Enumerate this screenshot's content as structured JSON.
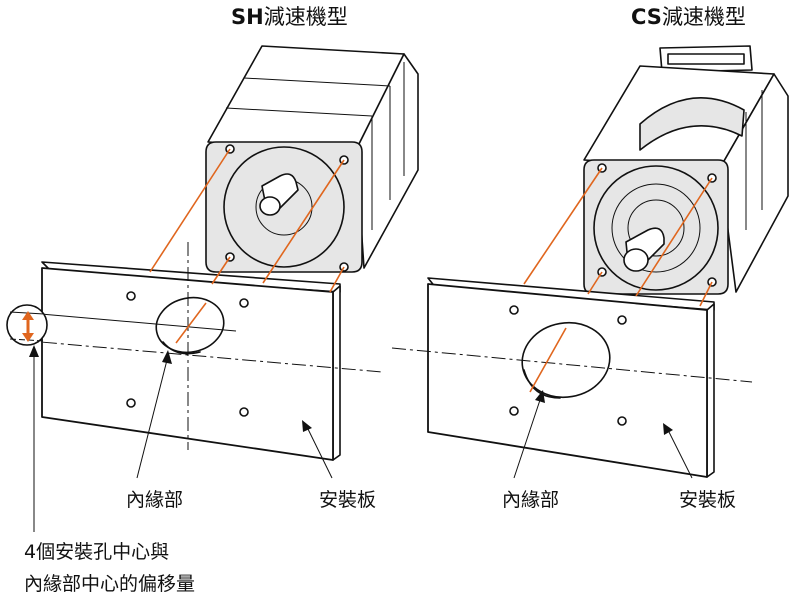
{
  "titles": {
    "left_bold": "SH",
    "left_rest": "減速機型",
    "right_bold": "CS",
    "right_rest": "減速機型"
  },
  "callouts": {
    "left_inner": "內緣部",
    "left_plate": "安裝板",
    "right_inner": "內緣部",
    "right_plate": "安裝板"
  },
  "note": {
    "line1": "4個安裝孔中心與",
    "line2": "內緣部中心的偏移量"
  },
  "colors": {
    "guide": "#e0661e",
    "arrow": "#e0661e",
    "outline": "#111111",
    "face": "#e6e6e6"
  }
}
